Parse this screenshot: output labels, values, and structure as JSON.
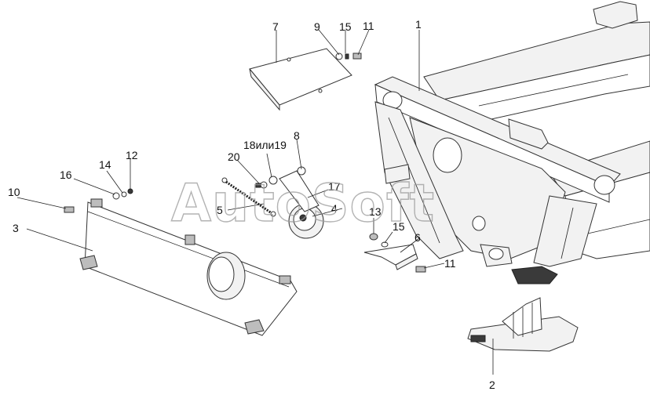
{
  "watermark": "AutoSoft",
  "callouts": {
    "c1": "1",
    "c2": "2",
    "c3": "3",
    "c4": "4",
    "c5": "5",
    "c6": "6",
    "c7": "7",
    "c8": "8",
    "c9": "9",
    "c10": "10",
    "c11a": "11",
    "c11b": "11",
    "c12": "12",
    "c13": "13",
    "c14": "14",
    "c15a": "15",
    "c15b": "15",
    "c16": "16",
    "c17": "17",
    "c18": "18или19",
    "c20": "20"
  }
}
